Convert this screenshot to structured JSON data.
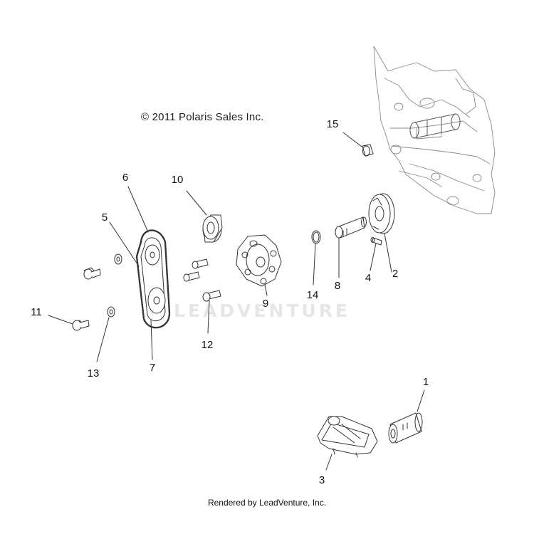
{
  "copyright": "© 2011 Polaris Sales Inc.",
  "rendered_by": "Rendered by LeadVenture, Inc.",
  "watermark": "LEADVENTURE",
  "callouts": {
    "c1": "1",
    "c2": "2",
    "c3": "3",
    "c4": "4",
    "c5": "5",
    "c6": "6",
    "c7": "7",
    "c8": "8",
    "c9": "9",
    "c10": "10",
    "c11": "11",
    "c12": "12",
    "c13": "13",
    "c14": "14",
    "c15": "15"
  },
  "colors": {
    "line": "#333333",
    "fill": "#ffffff",
    "engine": "#8a8a8a",
    "watermark": "#e6e6e6"
  }
}
